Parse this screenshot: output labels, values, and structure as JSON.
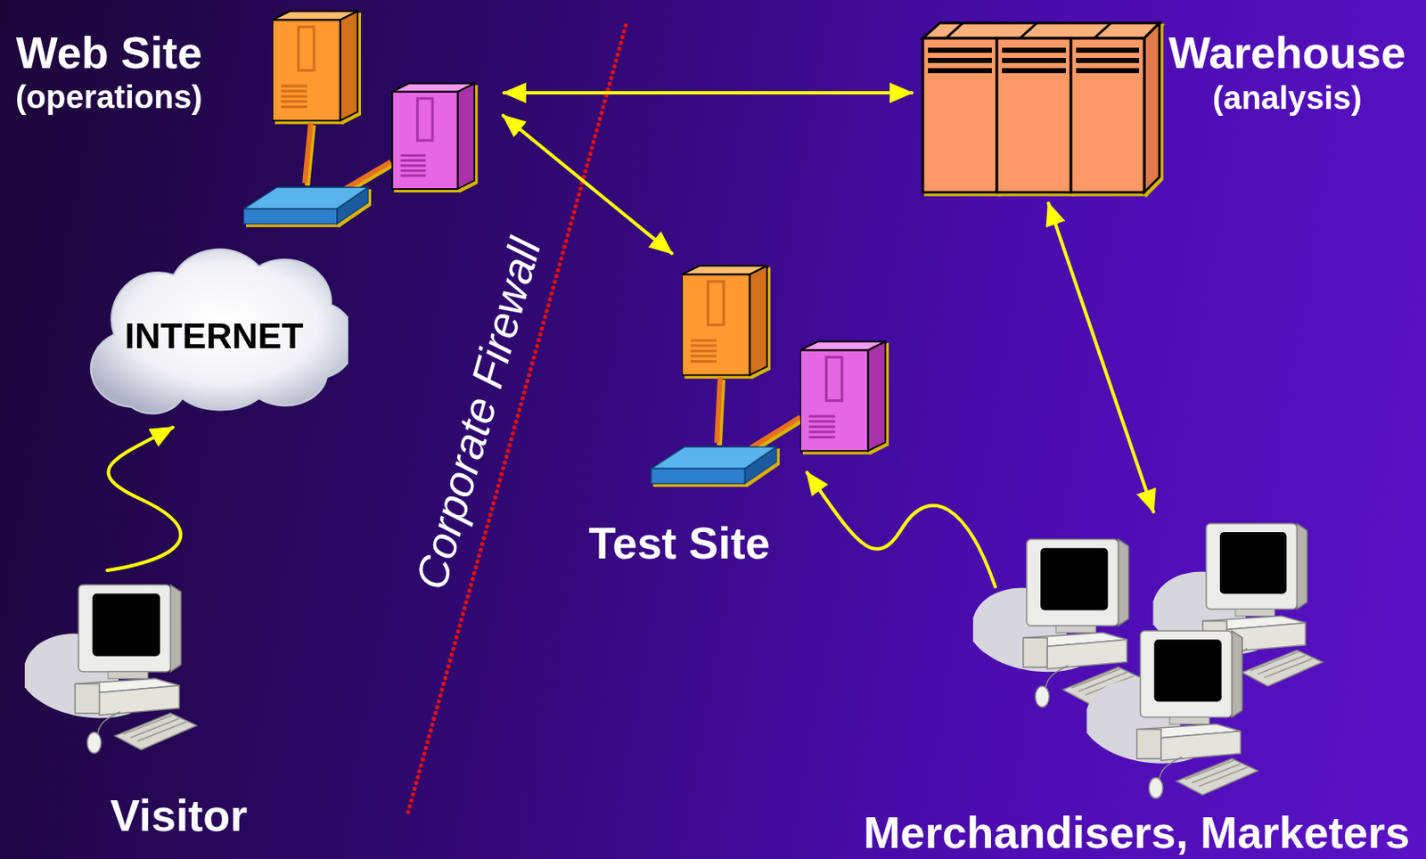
{
  "diagram": {
    "nodes": [
      {
        "text": [
          "Web Site",
          "(operations)"
        ]
      },
      {
        "text": [
          "Warehouse",
          "(analysis)"
        ]
      },
      {
        "text": [
          "INTERNET"
        ]
      },
      {
        "text": [
          "Test Site"
        ]
      },
      {
        "text": [
          "Visitor"
        ]
      },
      {
        "text": [
          "Merchandisers, Marketers"
        ]
      }
    ],
    "edges": [
      {
        "from": 0,
        "to": 1,
        "arrow": "both"
      },
      {
        "from": 0,
        "to": 3,
        "arrow": "both"
      },
      {
        "from": 1,
        "to": 5,
        "arrow": "both"
      },
      {
        "from": 4,
        "to": 2,
        "arrow": "to"
      },
      {
        "from": 5,
        "to": 3,
        "arrow": "to"
      }
    ],
    "labels": [
      "Corporate Firewall"
    ]
  }
}
